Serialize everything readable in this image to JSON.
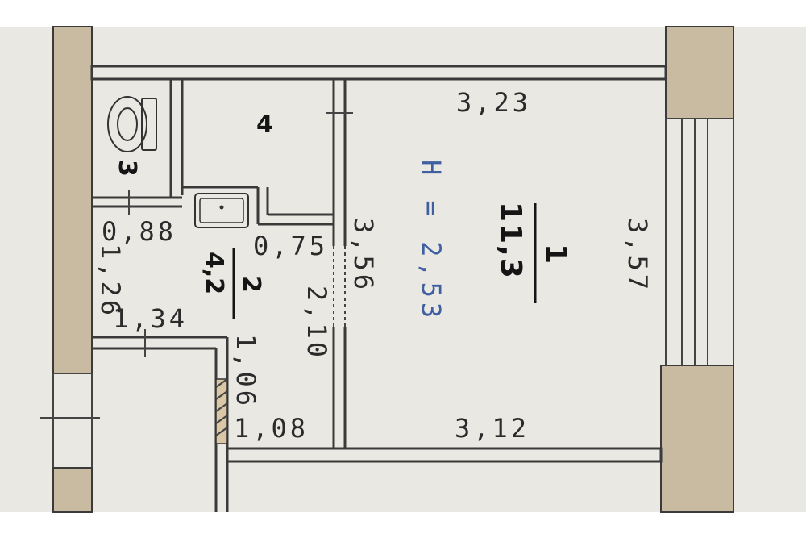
{
  "rooms": {
    "room1": {
      "number": "1",
      "area": "11,3"
    },
    "room2": {
      "number": "2",
      "area": "4,2"
    },
    "room3": {
      "number": "3"
    },
    "room4": {
      "number": "4"
    }
  },
  "ceiling_height": "H = 2,53",
  "dimensions": {
    "top_width": "3,23",
    "bottom_width": "3,12",
    "right_depth": "3,57",
    "left_depth": "3,56",
    "corridor_top": "0,88",
    "corridor_left": "1,26",
    "corridor_bottom": "1,34",
    "niche_width": "0,75",
    "niche_depth": "2,10",
    "door_depth": "1,06",
    "bottom_small": "1,08"
  },
  "colors": {
    "pillar": "#c8bba2",
    "wall": "#3a3a3a",
    "height_text": "#3f5fa0",
    "background": "#e9e8e3"
  }
}
